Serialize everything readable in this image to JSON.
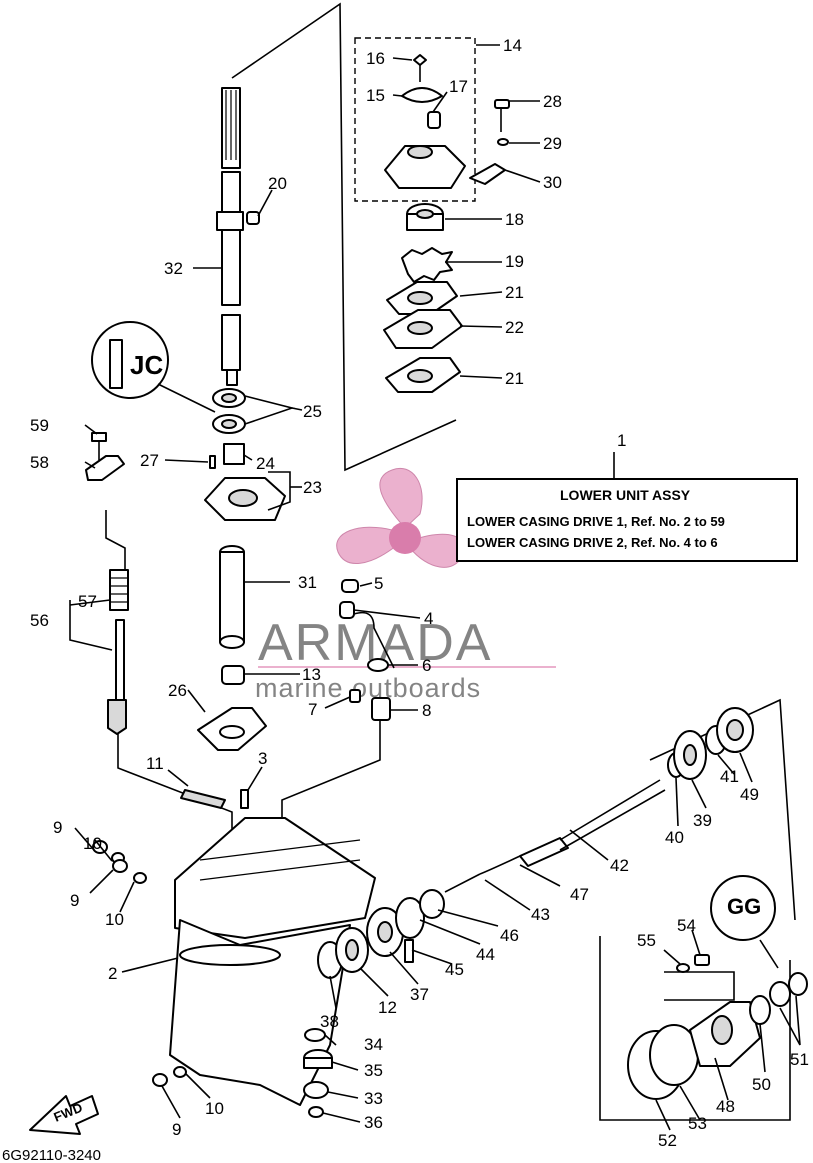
{
  "info_box": {
    "ref": "1",
    "title": "LOWER  UNIT ASSY",
    "line1": "LOWER CASING DRIVE 1,  Ref. No. 2 to 59",
    "line2": "LOWER CASING DRIVE 2,  Ref. No. 4 to 6"
  },
  "watermark": {
    "brand": "ARMADA",
    "tagline": "marine outboards",
    "logo_color": "#e9a9c9"
  },
  "drawing_code": "6G92110-3240",
  "fwd_label": "FWD",
  "inset_labels": {
    "inset_top": "JC",
    "inset_bottom": "GG"
  },
  "callouts": {
    "c2": "2",
    "c3": "3",
    "c4": "4",
    "c5": "5",
    "c6": "6",
    "c7": "7",
    "c8": "8",
    "c9a": "9",
    "c9b": "9",
    "c9c": "9",
    "c10a": "10",
    "c10b": "10",
    "c10c": "10",
    "c11": "11",
    "c12": "12",
    "c13": "13",
    "c14": "14",
    "c15": "15",
    "c16": "16",
    "c17": "17",
    "c18": "18",
    "c19": "19",
    "c20": "20",
    "c21a": "21",
    "c21b": "21",
    "c22": "22",
    "c23": "23",
    "c24": "24",
    "c25": "25",
    "c26": "26",
    "c27": "27",
    "c28": "28",
    "c29": "29",
    "c30": "30",
    "c31": "31",
    "c32": "32",
    "c33": "33",
    "c34": "34",
    "c35": "35",
    "c36": "36",
    "c37": "37",
    "c38": "38",
    "c39": "39",
    "c40": "40",
    "c41": "41",
    "c42": "42",
    "c43": "43",
    "c44": "44",
    "c45": "45",
    "c46": "46",
    "c47": "47",
    "c48": "48",
    "c49": "49",
    "c50": "50",
    "c51": "51",
    "c52": "52",
    "c53": "53",
    "c54": "54",
    "c55": "55",
    "c56": "56",
    "c57": "57",
    "c58": "58",
    "c59": "59"
  }
}
